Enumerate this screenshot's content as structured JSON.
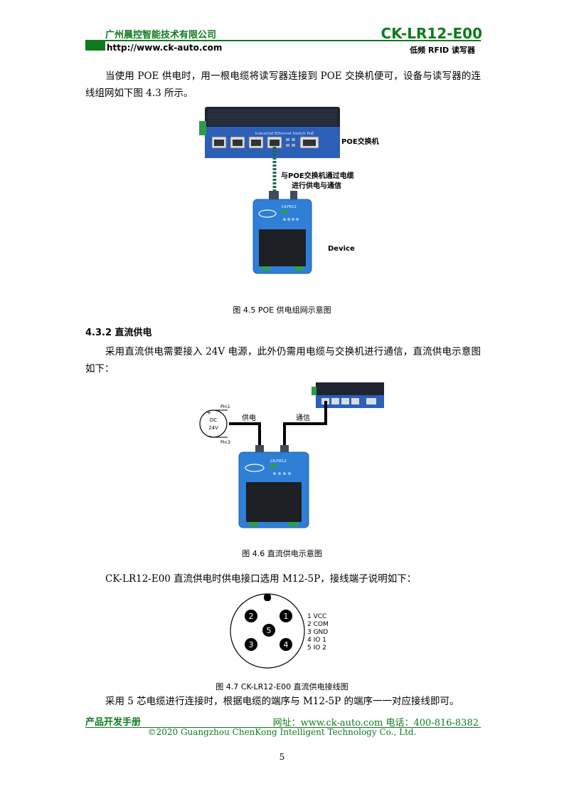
{
  "header": {
    "company": "广州晨控智能技术有限公司",
    "model": "CK-LR12-E00",
    "url": "http://www.ck-auto.com",
    "subtitle": "低频 RFID 读写器"
  },
  "para1": "当使用 POE 供电时，用一根电缆将读写器连接到 POE 交换机便可，设备与读写器的连线组网如下图 4.3 所示。",
  "figure45": {
    "switch_label": "POE交换机",
    "cable_label_line1": "与POE交换机通过电缆",
    "cable_label_line2": "进行供电与通信",
    "device_label": "Device",
    "switch_top_text": "Industrial Ethernet Switch PoE",
    "device_text": "CK-FR12",
    "caption": "图 4.5 POE 供电组网示意图"
  },
  "section": {
    "title": "4.3.2 直流供电"
  },
  "para2": "采用直流供电需要接入 24V 电源，此外仍需用电缆与交换机进行通信，直流供电示意图如下：",
  "figure46": {
    "pin1": "Pin1",
    "pin3": "Pin3",
    "dc": "DC",
    "voltage": "24V",
    "plus": "+",
    "minus": "−",
    "power_label": "供电",
    "comm_label": "通信",
    "device_text": "CK-FR12",
    "caption": "图 4.6 直流供电示意图"
  },
  "para3": "CK-LR12-E00  直流供电时供电接口选用 M12-5P，接线端子说明如下：",
  "figure47": {
    "pins": [
      "1",
      "2",
      "3",
      "4",
      "5"
    ],
    "legend": [
      "1  VCC",
      "2  COM",
      "3  GND",
      "4  IO 1",
      "5  IO 2"
    ],
    "caption": "图 4.7 CK-LR12-E00 直流供电接线图"
  },
  "para4": "采用 5 芯电缆进行连接时，根据电缆的端序与 M12-5P 的端序一一对应接线即可。",
  "footer": {
    "left": "产品开发手册",
    "right": "网址：www.ck-auto.com   电话：400-816-8382",
    "copyright": "©2020 Guangzhou ChenKong Intelligent Technology Co., Ltd.",
    "page": "5"
  },
  "colors": {
    "brand_green": "#0f7a1e",
    "device_blue": "#2f7fd6",
    "switch_dark": "#2a3040"
  }
}
